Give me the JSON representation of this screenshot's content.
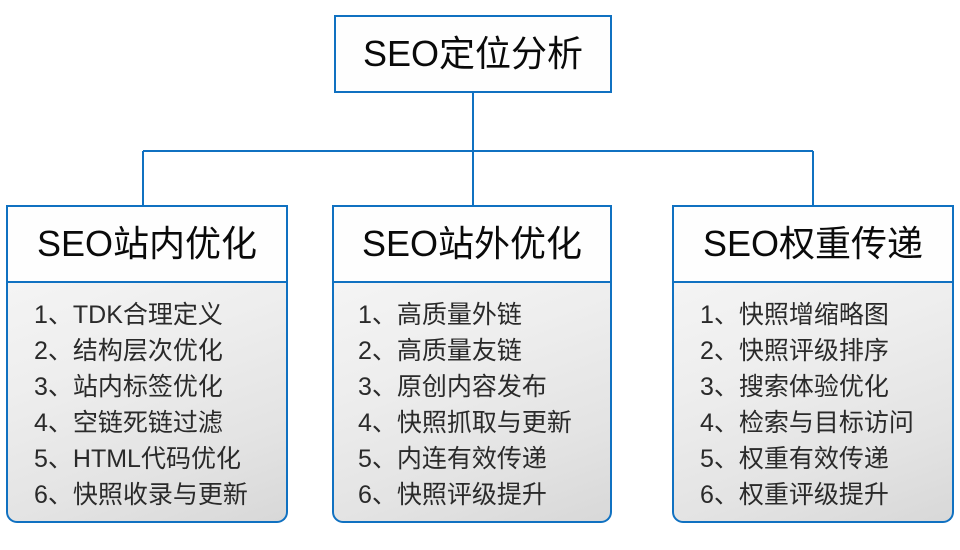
{
  "diagram": {
    "type": "organization-tree",
    "accent_color": "#1071c1",
    "node_fill": "#fefefe",
    "body_fill_top": "#f4f4f4",
    "body_fill_bottom": "#d8d8d8",
    "text_color": "#0a0a0a",
    "item_text_color": "#2a2a2a",
    "root": {
      "label": "SEO定位分析"
    },
    "branches": [
      {
        "label": "SEO站内优化",
        "items": [
          "1、TDK合理定义",
          "2、结构层次优化",
          "3、站内标签优化",
          "4、空链死链过滤",
          "5、HTML代码优化",
          "6、快照收录与更新"
        ]
      },
      {
        "label": "SEO站外优化",
        "items": [
          "1、高质量外链",
          "2、高质量友链",
          "3、原创内容发布",
          "4、快照抓取与更新",
          "5、内连有效传递",
          "6、快照评级提升"
        ]
      },
      {
        "label": "SEO权重传递",
        "items": [
          "1、快照增缩略图",
          "2、快照评级排序",
          "3、搜索体验优化",
          "4、检索与目标访问",
          "5、权重有效传递",
          "6、权重评级提升"
        ]
      }
    ]
  }
}
